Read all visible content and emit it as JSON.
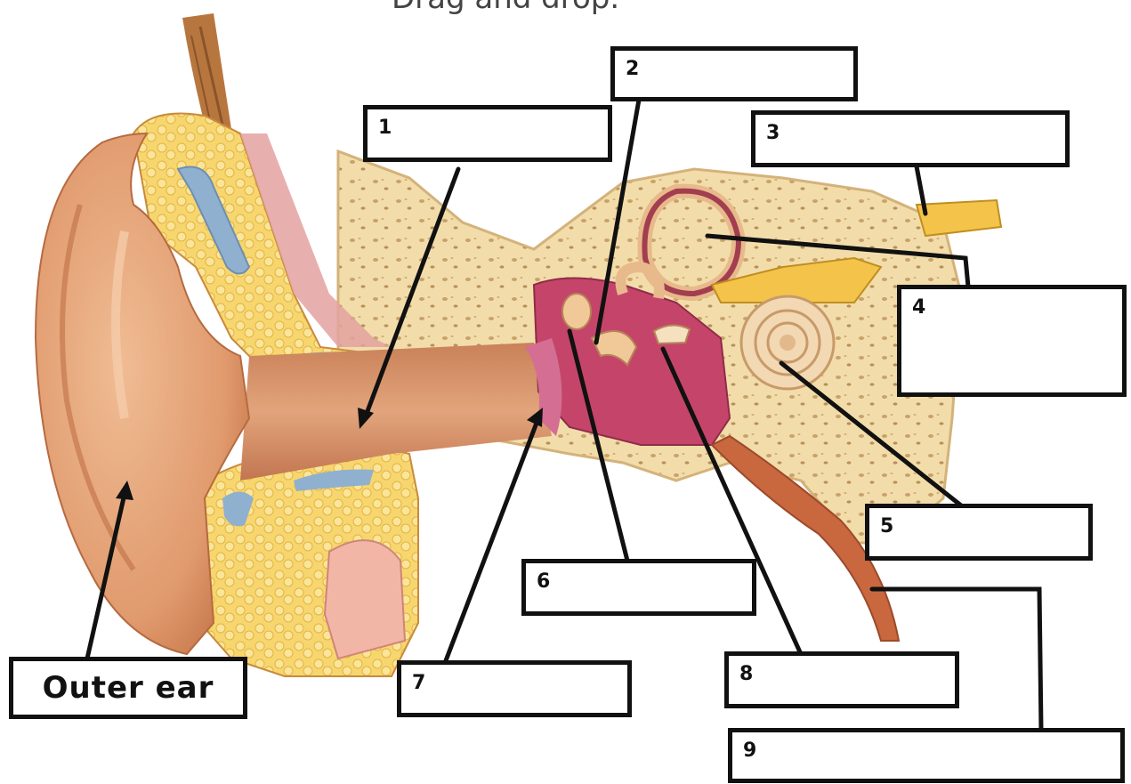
{
  "instruction": "Drag and drop.",
  "labels": {
    "outer_ear": "Outer ear",
    "n1": "1",
    "n2": "2",
    "n3": "3",
    "n4": "4",
    "n5": "5",
    "n6": "6",
    "n7": "7",
    "n8": "8",
    "n9": "9"
  },
  "colors": {
    "skin": "#e8a67a",
    "skin_dark": "#c9784e",
    "bone": "#f3dfae",
    "fat": "#f6d36a",
    "canal": "#d9936b",
    "middle_ear": "#c5456a",
    "cartilage": "#8fb0cf",
    "nerve": "#f4c44a",
    "line": "#111111"
  }
}
